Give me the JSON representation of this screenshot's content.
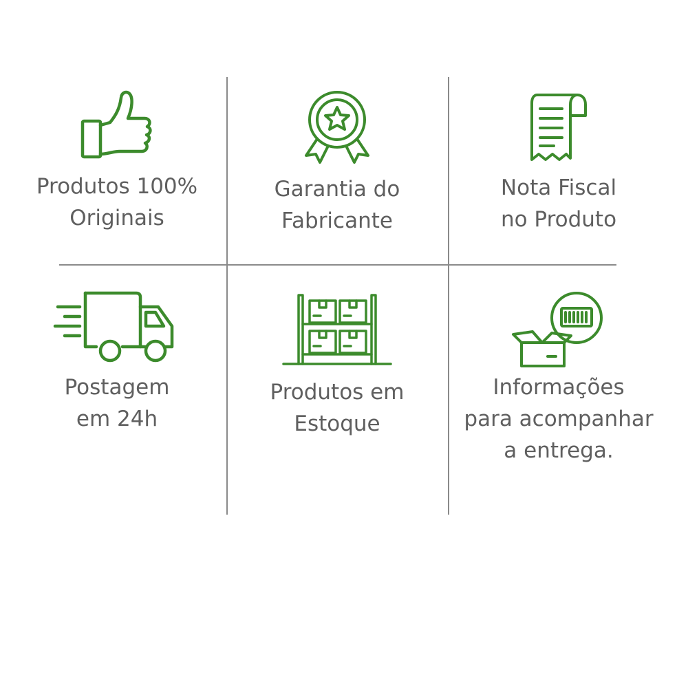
{
  "accent_color": "#3c8b2c",
  "text_color": "#5f5f5f",
  "divider_color": "#8a8a8a",
  "features": [
    {
      "icon": "thumbs-up-icon",
      "lines": [
        "Produtos 100%",
        "Originais"
      ]
    },
    {
      "icon": "award-ribbon-icon",
      "lines": [
        "Garantia do",
        "Fabricante"
      ]
    },
    {
      "icon": "receipt-icon",
      "lines": [
        "Nota Fiscal",
        "no Produto"
      ]
    },
    {
      "icon": "delivery-truck-icon",
      "lines": [
        "Postagem",
        "em 24h"
      ]
    },
    {
      "icon": "warehouse-shelf-icon",
      "lines": [
        "Produtos em",
        "Estoque"
      ]
    },
    {
      "icon": "package-tracking-icon",
      "lines": [
        "Informações",
        "para acompanhar",
        "a entrega."
      ]
    }
  ]
}
